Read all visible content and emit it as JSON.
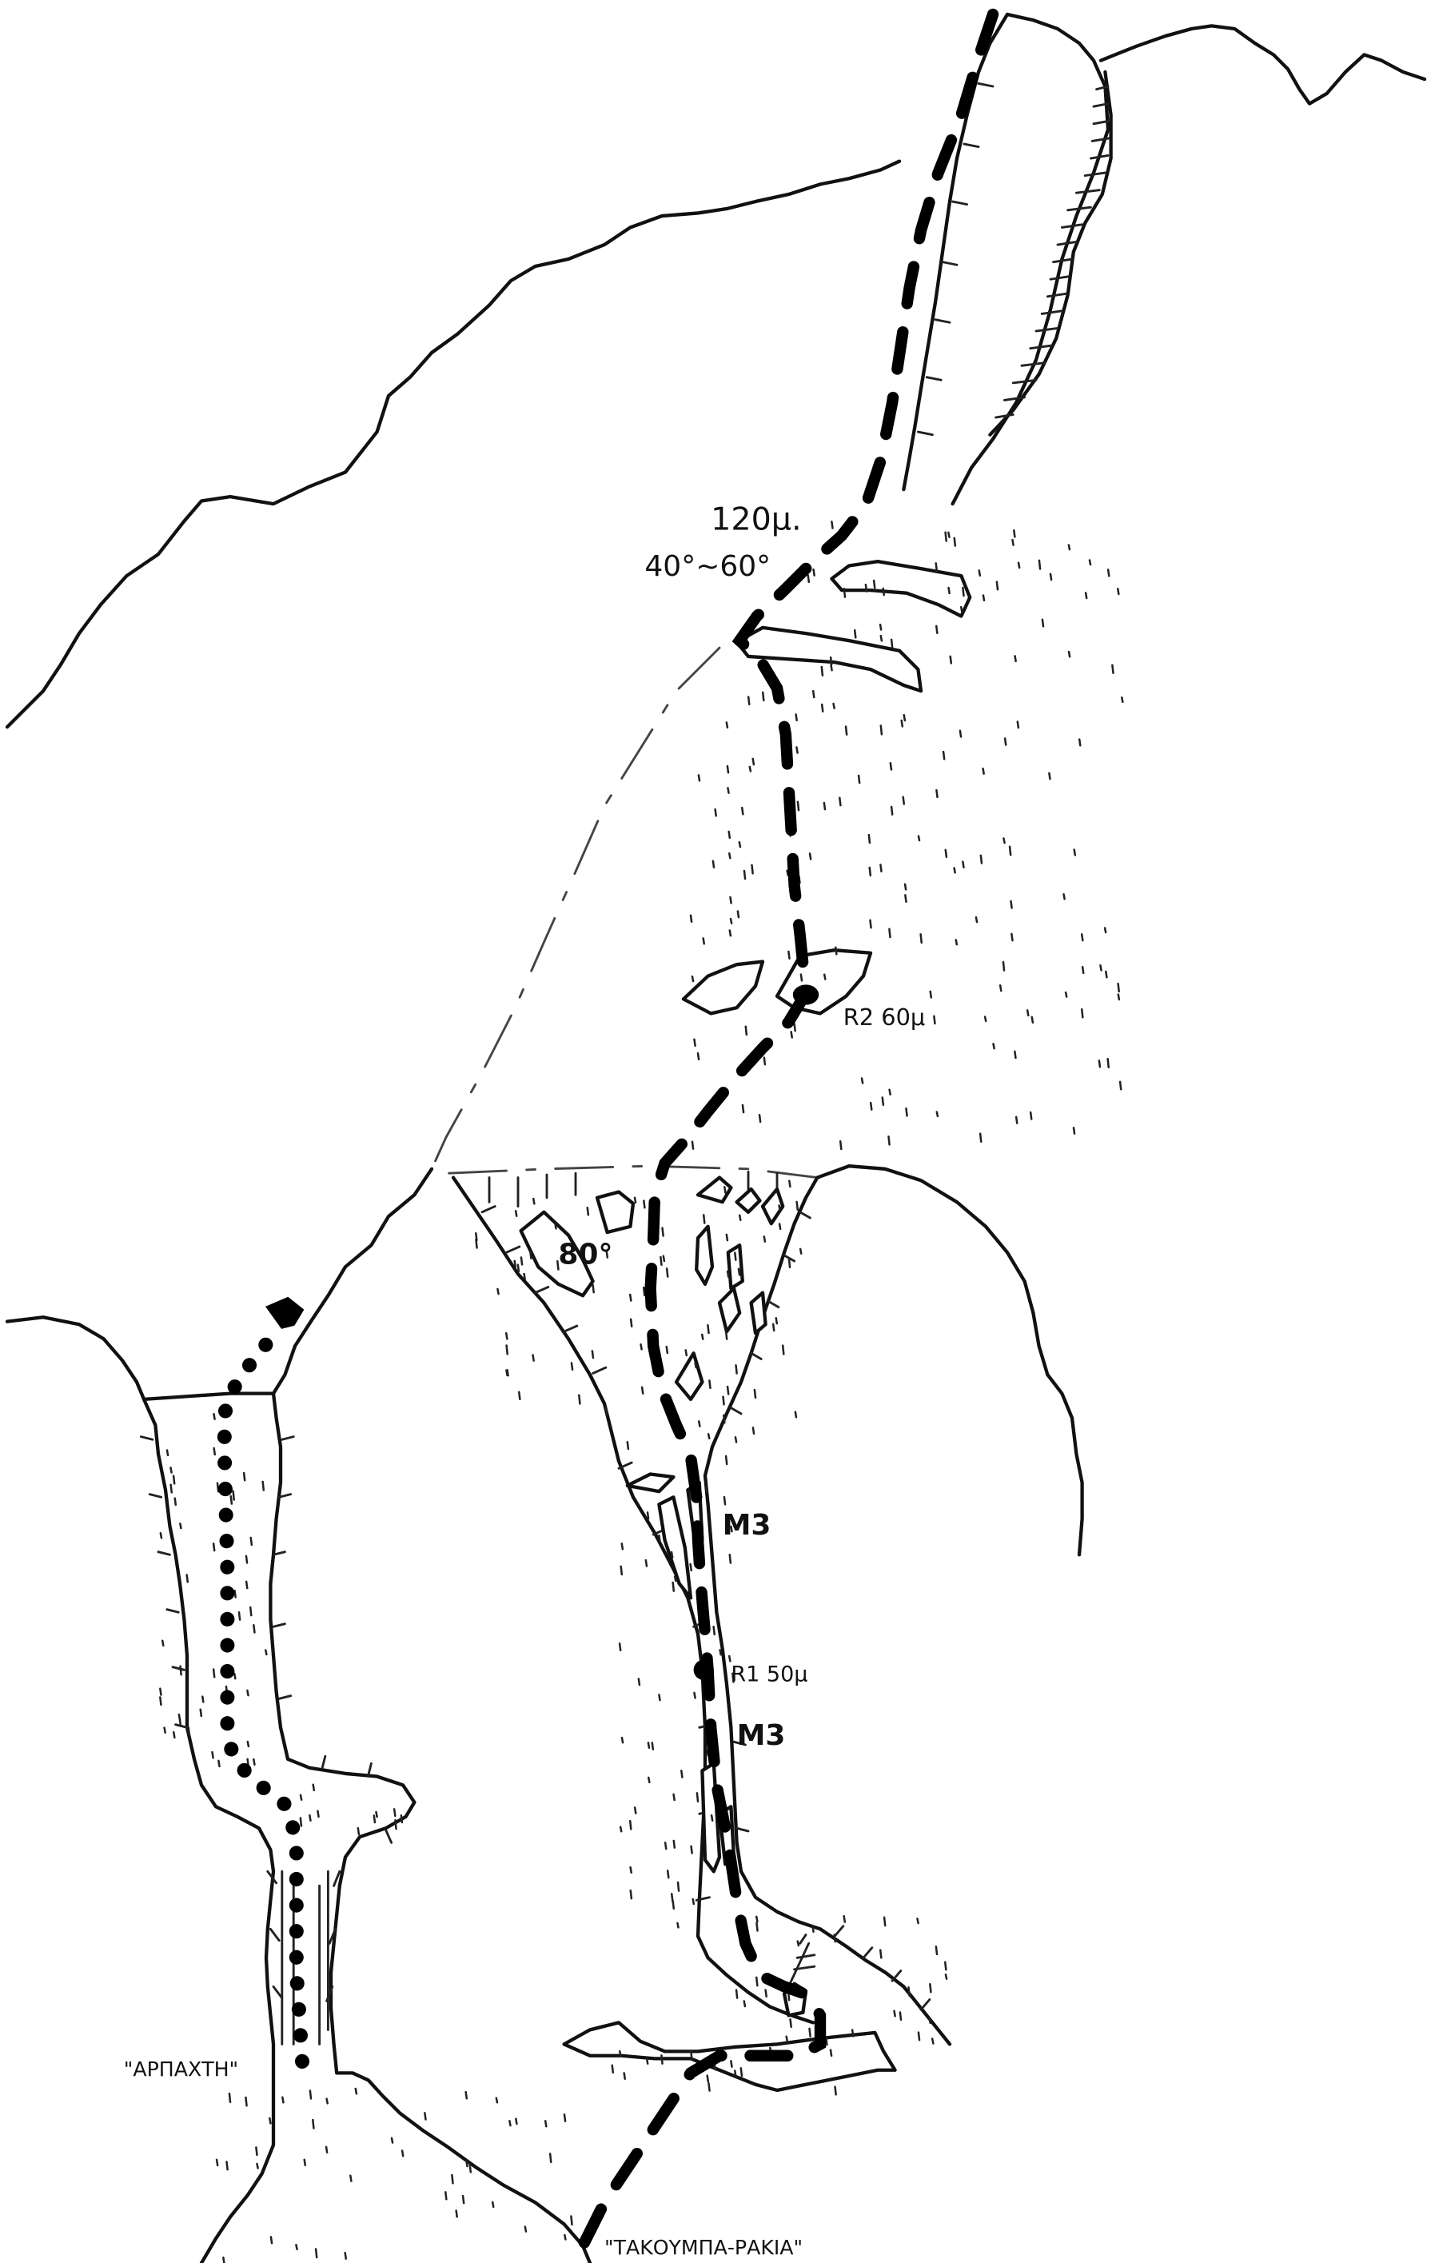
{
  "diagram": {
    "labels": {
      "rope_length": "120μ.",
      "slope_angle": "40°~60°",
      "rappel_2": "R2 60μ",
      "angle_80": "80°",
      "m3_upper": "M3",
      "rappel_1": "R1 50μ",
      "m3_lower": "M3",
      "left_gully": "\"ΑΡΠΑΧΤΗ\"",
      "right_gully": "\"ΤΑΚΟΥΜΠΑ-ΡΑΚΙΑ\""
    }
  }
}
